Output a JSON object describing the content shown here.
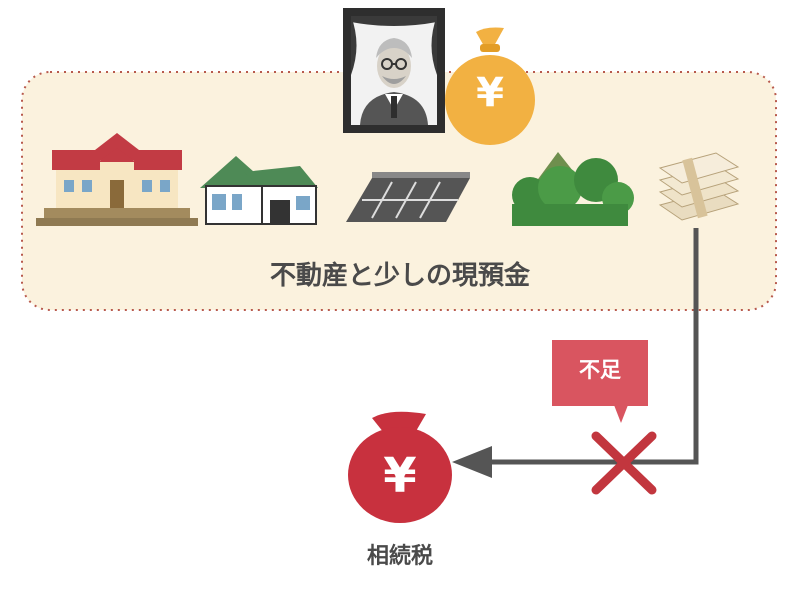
{
  "assets": {
    "label": "不動産と少しの現預金",
    "items": [
      "mansion-icon",
      "house-icon",
      "parking-lot-icon",
      "forest-icon",
      "cash-bundle-icon"
    ]
  },
  "deceased": {
    "icon": "deceased-portrait-icon"
  },
  "money_bag_gold": {
    "symbol": "¥"
  },
  "tax": {
    "symbol": "¥",
    "label": "相続税"
  },
  "shortage": {
    "label": "不足"
  },
  "colors": {
    "region_fill": "#fbf2de",
    "region_border": "#b85a4d",
    "gold_bag": "#f2b142",
    "red_bag": "#c8313e",
    "callout": "#d95560",
    "cross": "#c2363e",
    "arrow": "#555555"
  }
}
